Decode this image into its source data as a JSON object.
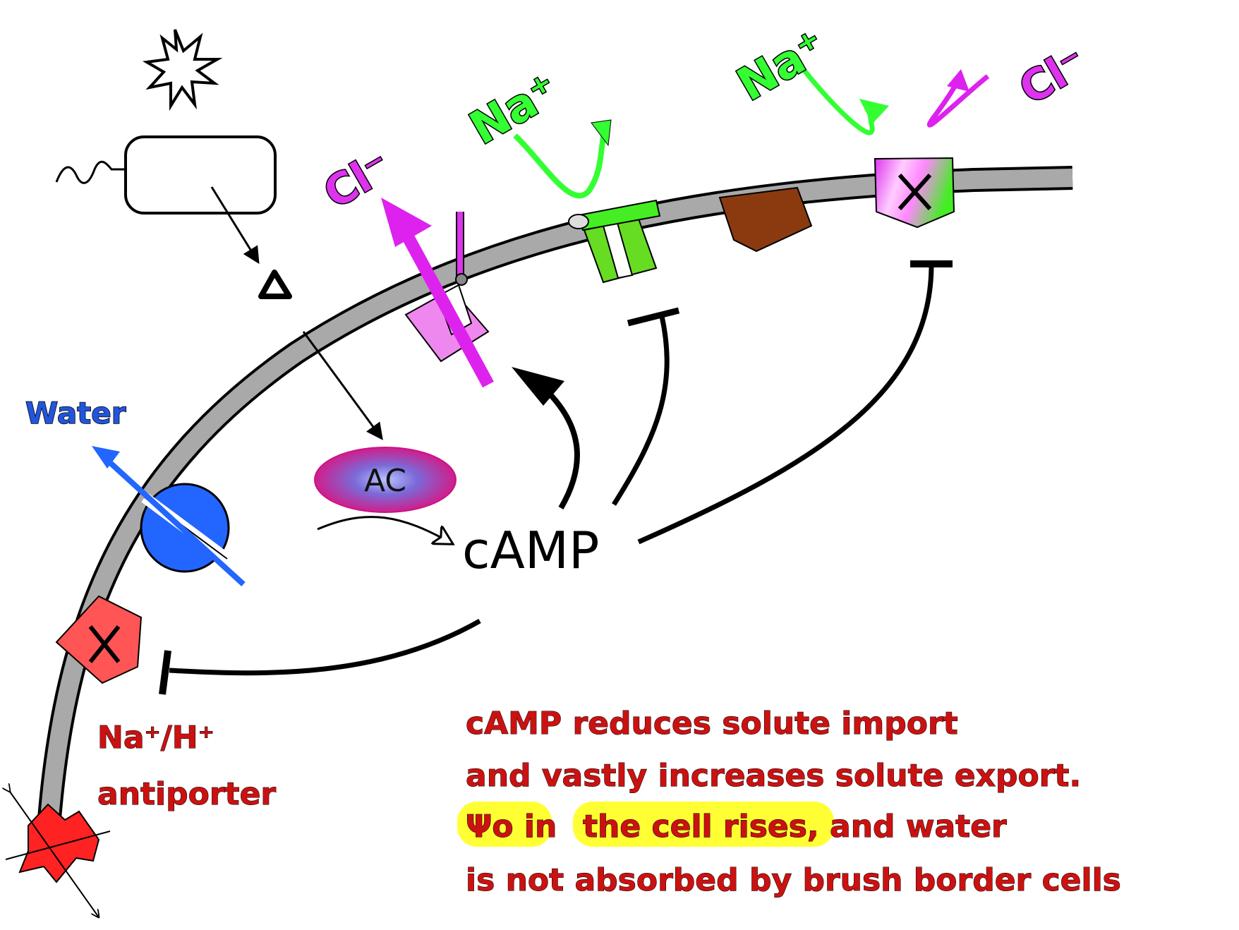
{
  "labels": {
    "cl_left": "Cl⁻",
    "na_mid": "Na⁺",
    "na_right": "Na⁺",
    "cl_right": "Cl⁻",
    "water": "Water",
    "ac": "AC",
    "camp": "cAMP",
    "antiporter_line1": "Na⁺/H⁺",
    "antiporter_line2": "antiporter"
  },
  "caption": {
    "line1": "cAMP reduces solute import",
    "line2": "and vastly increases solute export.",
    "line3_highlight_a": "Ψo in",
    "line3_highlight_b": "the cell rises,",
    "line3_rest": " and water",
    "line4": "is not absorbed by brush border cells"
  },
  "colors": {
    "membrane": "#a9a9a9",
    "water_channel": "#2266ff",
    "chloride": "#dd22ee",
    "sodium": "#33ff33",
    "caption_text": "#cc1111",
    "highlight": "#ffff33",
    "transporter_brown": "#8b3a10",
    "antiporter_red": "#ff5555"
  },
  "icons": [
    "star-burst-icon",
    "triangle-ligand-icon",
    "x-mark-icon"
  ]
}
